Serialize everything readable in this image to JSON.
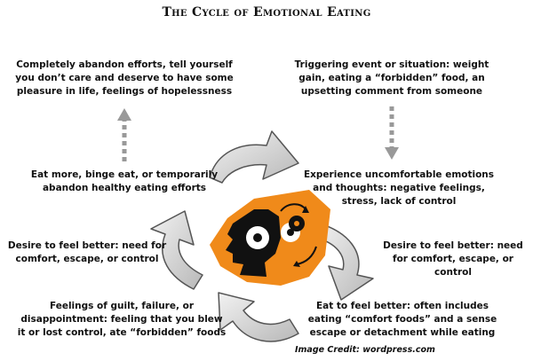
{
  "title": "The Cycle of Emotional Eating",
  "steps": {
    "trigger": "Triggering event or situation: weight gain, eating a “forbidden” food, an upsetting comment from someone",
    "emotions": "Experience uncomfortable emotions and thoughts: negative feelings, stress, lack of control",
    "desire_right": "Desire to feel better: need for comfort, escape, or control",
    "eat": "Eat to feel better: often includes eating “comfort foods” and a sense escape or detachment while eating",
    "guilt": "Feelings of guilt, failure, or disappointment: feeling that you blew it or lost control, ate “forbidden” foods",
    "desire_left": "Desire to feel better: need for comfort, escape, or control",
    "binge": "Eat more, binge eat, or temporarily abandon healthy eating efforts",
    "abandon": "Completely abandon efforts, tell yourself you don’t care and deserve to have some pleasure in life, feelings of hopelessness"
  },
  "credit": "Image Credit: wordpress.com",
  "colors": {
    "head_orange": "#f08a1a",
    "head_dark": "#111111",
    "arrow_grey": "#d4d4d4",
    "arrow_stroke": "#555555",
    "dotted_arrow": "#999999"
  },
  "icons": [
    "head-with-gears-icon",
    "cycle-arrow-icon",
    "dotted-arrow-icon"
  ]
}
